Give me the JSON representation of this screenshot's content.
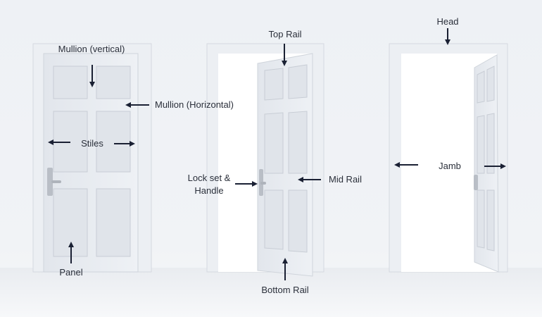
{
  "labels": {
    "mullion_vertical": "Mullion (vertical)",
    "mullion_horizontal": "Mullion (Horizontal)",
    "stiles": "Stiles",
    "panel": "Panel",
    "top_rail": "Top Rail",
    "lock_set_line1": "Lock set &",
    "lock_set_line2": "Handle",
    "mid_rail": "Mid Rail",
    "bottom_rail": "Bottom Rail",
    "head": "Head",
    "jamb": "Jamb"
  },
  "colors": {
    "arrow": "#1a2033",
    "label_text": "#2a2f3a",
    "frame": "#eceff3",
    "door": "#e6e9ee",
    "panel_fill": "#e0e4ea",
    "opening": "#ffffff"
  }
}
